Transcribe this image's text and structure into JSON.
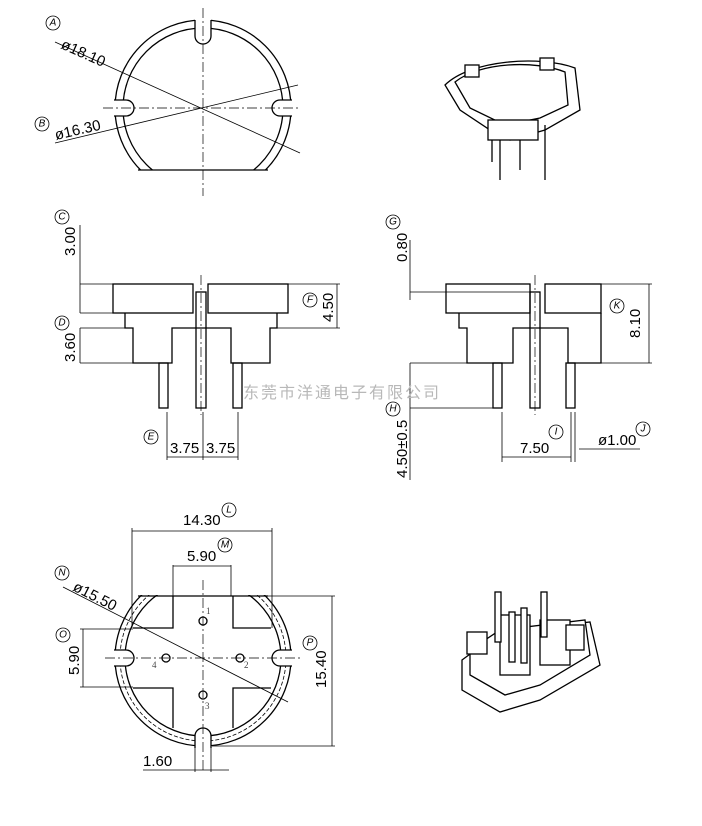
{
  "watermark": "东莞市洋通电子有限公司",
  "top_view": {
    "label_a": "A",
    "dim_a": "ø18.10",
    "label_b": "B",
    "dim_b": "ø16.30"
  },
  "front_view": {
    "label_c": "C",
    "dim_c": "3.00",
    "label_d": "D",
    "dim_d": "3.60",
    "label_e": "E",
    "dim_e1": "3.75",
    "dim_e2": "3.75",
    "label_f": "F",
    "dim_f": "4.50"
  },
  "side_view": {
    "label_g": "G",
    "dim_g": "0.80",
    "label_h": "H",
    "dim_h": "4.50±0.5",
    "label_i": "I",
    "dim_i": "7.50",
    "label_j": "J",
    "dim_j": "ø1.00",
    "label_k": "K",
    "dim_k": "8.10"
  },
  "bottom_view": {
    "label_l": "L",
    "dim_l": "14.30",
    "label_m": "M",
    "dim_m": "5.90",
    "label_n": "N",
    "dim_n": "ø15.50",
    "label_o": "O",
    "dim_o": "5.90",
    "label_p": "P",
    "dim_p": "15.40",
    "dim_slot": "1.60",
    "pins": [
      "1",
      "2",
      "3",
      "4"
    ]
  }
}
